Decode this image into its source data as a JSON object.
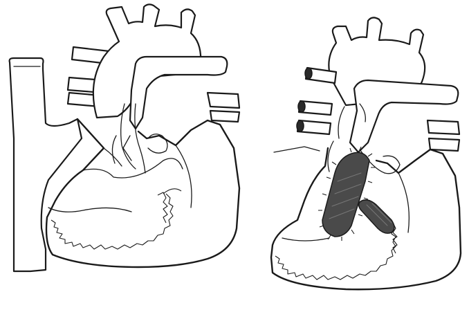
{
  "figure": {
    "panels": [
      {
        "id": "left",
        "depiction": "heart-before"
      },
      {
        "id": "right",
        "depiction": "heart-with-device"
      }
    ]
  },
  "colors": {
    "background": "#ffffff",
    "ink": "#1a1a1a",
    "device": "#4a4a4a",
    "device_dark": "#2a2a2a"
  }
}
